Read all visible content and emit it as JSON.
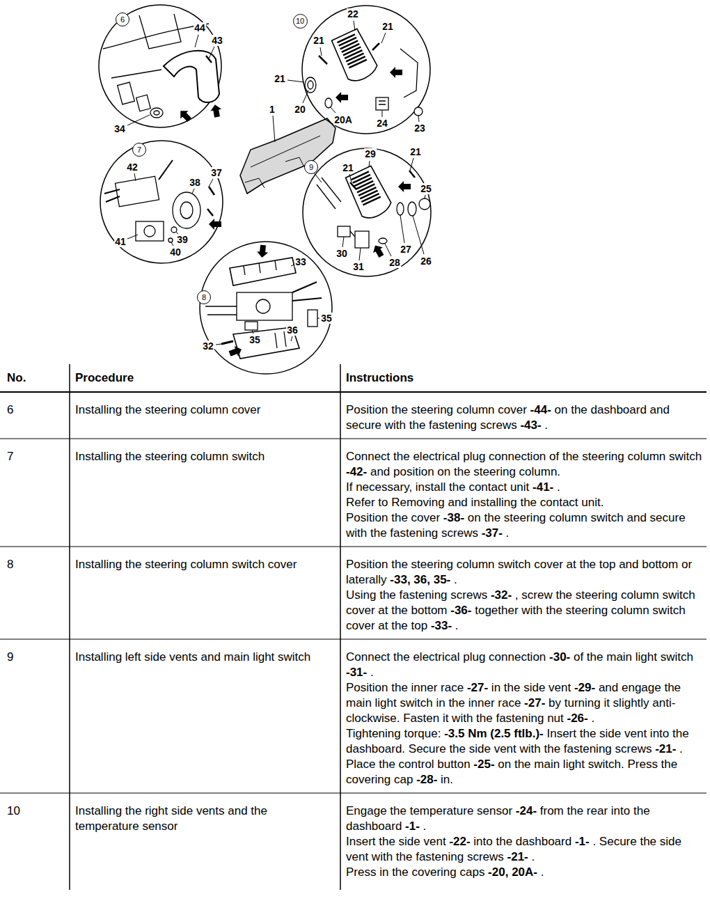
{
  "diagram": {
    "nodes": [
      {
        "text": [
          "6"
        ]
      },
      {
        "text": [
          "10"
        ]
      },
      {
        "text": [
          "7"
        ]
      },
      {
        "text": [
          "9"
        ]
      },
      {
        "text": [
          "8"
        ]
      }
    ],
    "labels": [
      "44",
      "43",
      "34",
      "22",
      "21",
      "21",
      "21",
      "20",
      "20A",
      "24",
      "23",
      "1",
      "42",
      "38",
      "37",
      "41",
      "39",
      "40",
      "29",
      "21",
      "21",
      "25",
      "30",
      "31",
      "28",
      "27",
      "26",
      "33",
      "35",
      "36",
      "35",
      "32",
      "No.",
      "Procedure",
      "Instructions",
      "6",
      "Installing the steering column cover",
      "Position the steering column cover -44- on the dashboard and secure with the fastening screws -43- .",
      "7",
      "Installing the steering column switch",
      "Connect the electrical plug connection of the steering column switch -42- and position on the steering column.",
      "If necessary, install the contact unit -41- .",
      "Refer to Removing and installing the contact unit.",
      "Position the cover -38- on the steering column switch and secure with the fastening screws -37- .",
      "8",
      "Installing the steering column switch cover",
      "Position the steering column switch cover at the top and bottom or laterally -33, 36, 35- .",
      "Using the fastening screws -32- , screw the steering column switch cover at the bottom -36- together with the steering column switch cover at the top -33- .",
      "9",
      "Installing left side vents and main light switch",
      "Connect the electrical plug connection -30- of the main light switch -31- .",
      "Position the inner race -27- in the side vent -29- and engage the main light switch in the inner race -27- by turning it slightly anti-clockwise. Fasten it with the fastening nut -26- .",
      "Tightening torque: -3.5 Nm (2.5 ftlb.)- Insert the side vent into the dashboard. Secure the side vent with the fastening screws -21- . Place the control button -25- on the main light switch. Press the covering cap -28- in.",
      "10",
      "Installing the right side vents and the temperature sensor",
      "Engage the temperature sensor -24- from the rear into the dashboard -1- .",
      "Insert the side vent -22- into the dashboard -1- . Secure the side vent with the fastening screws -21- .",
      "Press in the covering caps -20, 20A- ."
    ]
  }
}
